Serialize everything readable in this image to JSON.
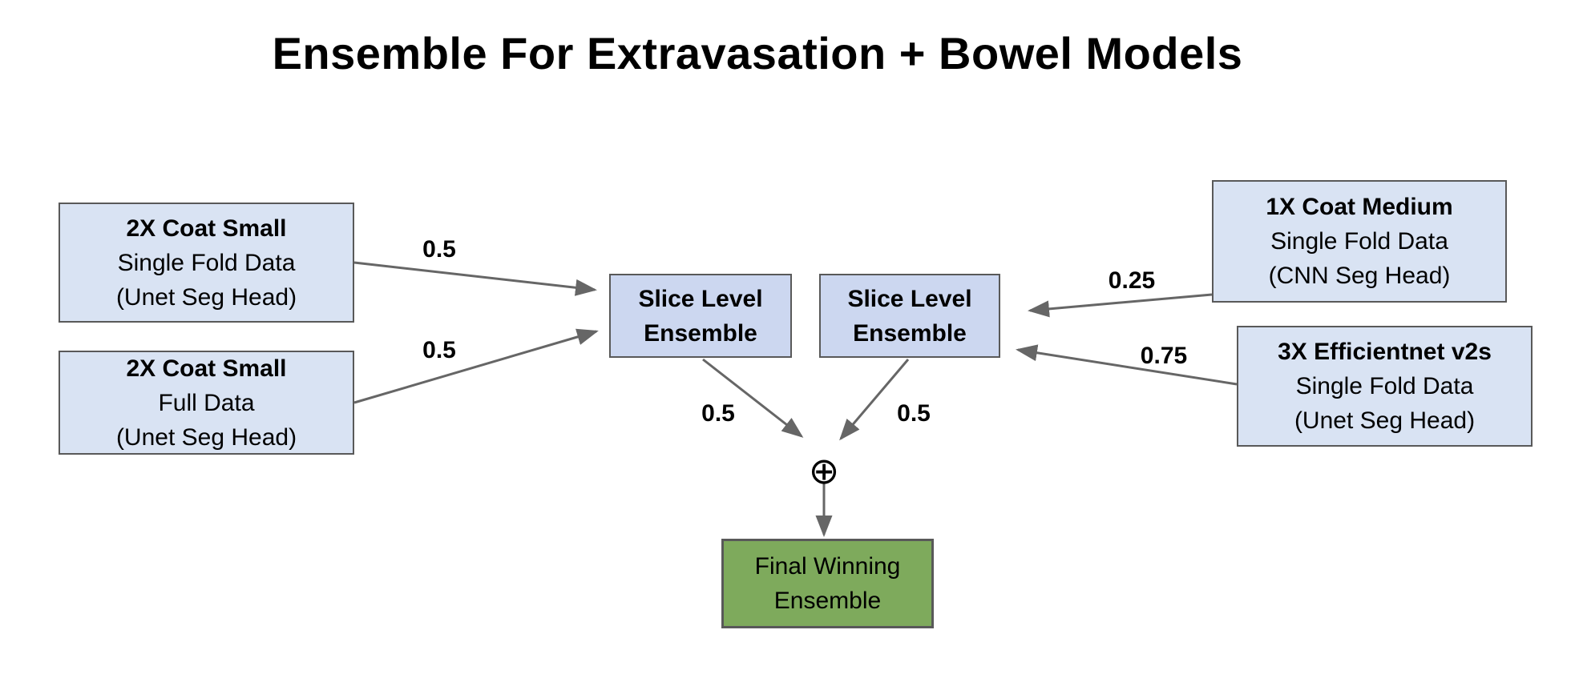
{
  "title": "Ensemble For Extravasation + Bowel Models",
  "nodes": {
    "coat_single": {
      "lines": [
        "2X Coat Small",
        "Single Fold Data",
        "(Unet Seg Head)"
      ]
    },
    "coat_full": {
      "lines": [
        "2X Coat Small",
        "Full Data",
        "(Unet Seg Head)"
      ]
    },
    "slice_left": {
      "lines": [
        "Slice Level",
        "Ensemble"
      ]
    },
    "slice_right": {
      "lines": [
        "Slice Level",
        "Ensemble"
      ]
    },
    "coat_medium": {
      "lines": [
        "1X Coat Medium",
        "Single Fold Data",
        "(CNN Seg Head)"
      ]
    },
    "effnet": {
      "lines": [
        "3X Efficientnet v2s",
        "Single Fold Data",
        "(Unet Seg Head)"
      ]
    },
    "final": {
      "lines": [
        "Final Winning",
        "Ensemble"
      ]
    }
  },
  "edges": {
    "coat_single_to_slice_left": "0.5",
    "coat_full_to_slice_left": "0.5",
    "coat_medium_to_slice_right": "0.25",
    "effnet_to_slice_right": "0.75",
    "slice_left_to_sum": "0.5",
    "slice_right_to_sum": "0.5"
  },
  "sum_symbol": "⊕",
  "colors": {
    "background": "#ffffff",
    "model_box_fill": "#d9e3f3",
    "ensemble_box_fill": "#ccd7f0",
    "final_box_fill": "#7eaa5c",
    "box_border": "#595959",
    "arrow": "#666666",
    "text": "#000000"
  }
}
